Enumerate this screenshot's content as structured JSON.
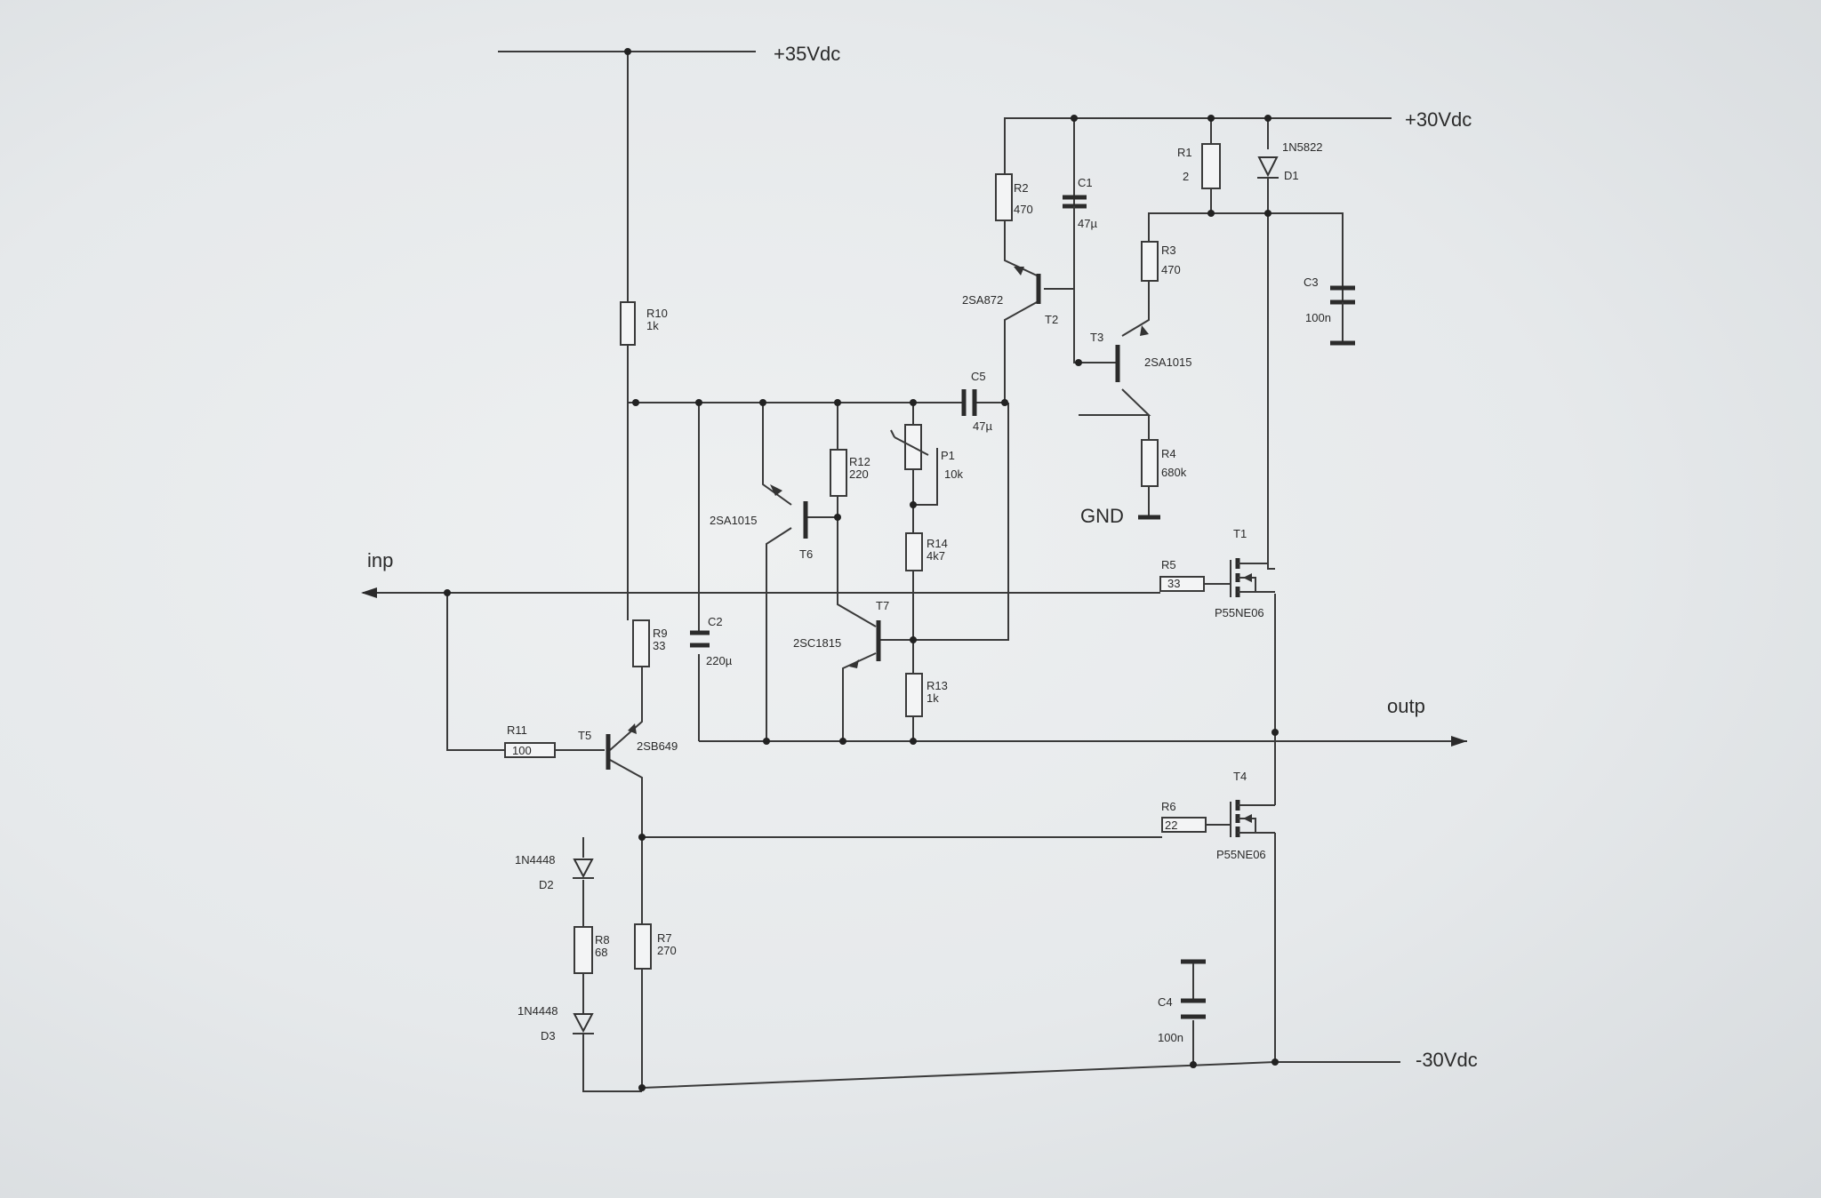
{
  "rails": {
    "v35": "+35Vdc",
    "v30p": "+30Vdc",
    "v30n": "-30Vdc",
    "gnd": "GND",
    "inp": "inp",
    "outp": "outp"
  },
  "parts": {
    "R1": {
      "ref": "R1",
      "val": "2"
    },
    "R2": {
      "ref": "R2",
      "val": "470"
    },
    "R3": {
      "ref": "R3",
      "val": "470"
    },
    "R4": {
      "ref": "R4",
      "val": "680k"
    },
    "R5": {
      "ref": "R5",
      "val": "33"
    },
    "R6": {
      "ref": "R6",
      "val": "22"
    },
    "R7": {
      "ref": "R7",
      "val": "270"
    },
    "R8": {
      "ref": "R8",
      "val": "68"
    },
    "R9": {
      "ref": "R9",
      "val": "33"
    },
    "R10": {
      "ref": "R10",
      "val": "1k"
    },
    "R11": {
      "ref": "R11",
      "val": "100"
    },
    "R12": {
      "ref": "R12",
      "val": "220"
    },
    "R13": {
      "ref": "R13",
      "val": "1k"
    },
    "R14": {
      "ref": "R14",
      "val": "4k7"
    },
    "P1": {
      "ref": "P1",
      "val": "10k"
    },
    "C1": {
      "ref": "C1",
      "val": "47µ"
    },
    "C2": {
      "ref": "C2",
      "val": "220µ"
    },
    "C3": {
      "ref": "C3",
      "val": "100n"
    },
    "C4": {
      "ref": "C4",
      "val": "100n"
    },
    "C5": {
      "ref": "C5",
      "val": "47µ"
    },
    "D1": {
      "ref": "D1",
      "val": "1N5822"
    },
    "D2": {
      "ref": "D2",
      "val": "1N4448"
    },
    "D3": {
      "ref": "D3",
      "val": "1N4448"
    },
    "T1": {
      "ref": "T1",
      "val": "P55NE06"
    },
    "T2": {
      "ref": "T2",
      "val": "2SA872"
    },
    "T3": {
      "ref": "T3",
      "val": "2SA1015"
    },
    "T4": {
      "ref": "T4",
      "val": "P55NE06"
    },
    "T5": {
      "ref": "T5",
      "val": "2SB649"
    },
    "T6": {
      "ref": "T6",
      "val": "2SA1015"
    },
    "T7": {
      "ref": "T7",
      "val": "2SC1815"
    }
  }
}
